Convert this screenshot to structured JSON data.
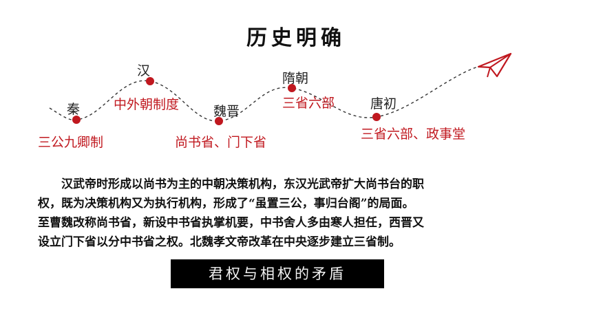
{
  "title": "历史明确",
  "timeline": {
    "nodes": [
      {
        "era": "秦",
        "system": "三公九卿制"
      },
      {
        "era": "汉",
        "system": "中外朝制度"
      },
      {
        "era": "魏晋",
        "system": "尚书省、门下省"
      },
      {
        "era": "隋朝",
        "system": "三省六部"
      },
      {
        "era": "唐初",
        "system": "三省六部、政事堂"
      }
    ],
    "point_color": "#c0181f",
    "label_color": "#c0181f",
    "icon": "paper-plane-icon"
  },
  "paragraph": {
    "line1": "汉武帝时形成以尚书为主的中朝决策机构，东汉光武帝扩大尚书台的职",
    "line2": "权，既为决策机构又为执行机构，形成了“虽置三公，事归台阁”的局面。",
    "line3": "至曹魏改称尚书省，新设中书省执掌机要，中书舍人多由寒人担任，西晋又",
    "line4": "设立门下省以分中书省之权。北魏孝文帝改革在中央逐步建立三省制。"
  },
  "banner": {
    "text": "君权与相权的矛盾"
  }
}
